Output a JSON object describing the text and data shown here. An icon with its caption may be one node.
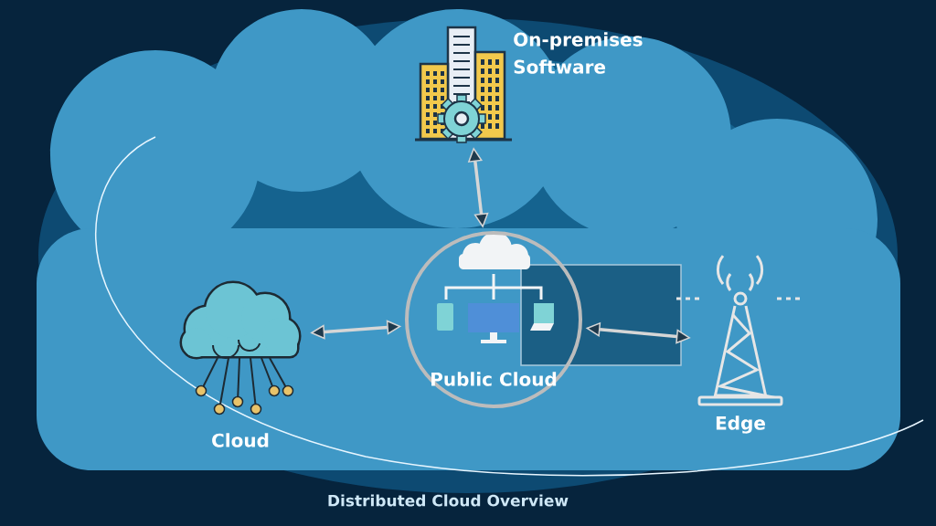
{
  "diagram": {
    "caption": "Distributed Cloud Overview",
    "nodes": [
      {
        "text": [
          "On-premises Software"
        ]
      },
      {
        "text": [
          "Cloud"
        ]
      },
      {
        "text": [
          "Public Cloud"
        ]
      },
      {
        "text": [
          "Edge"
        ]
      }
    ],
    "edges": [
      {
        "from": 0,
        "to": 2,
        "arrow": "both"
      },
      {
        "from": 1,
        "to": 2,
        "arrow": "both"
      },
      {
        "from": 2,
        "to": 3,
        "arrow": "both"
      }
    ]
  }
}
